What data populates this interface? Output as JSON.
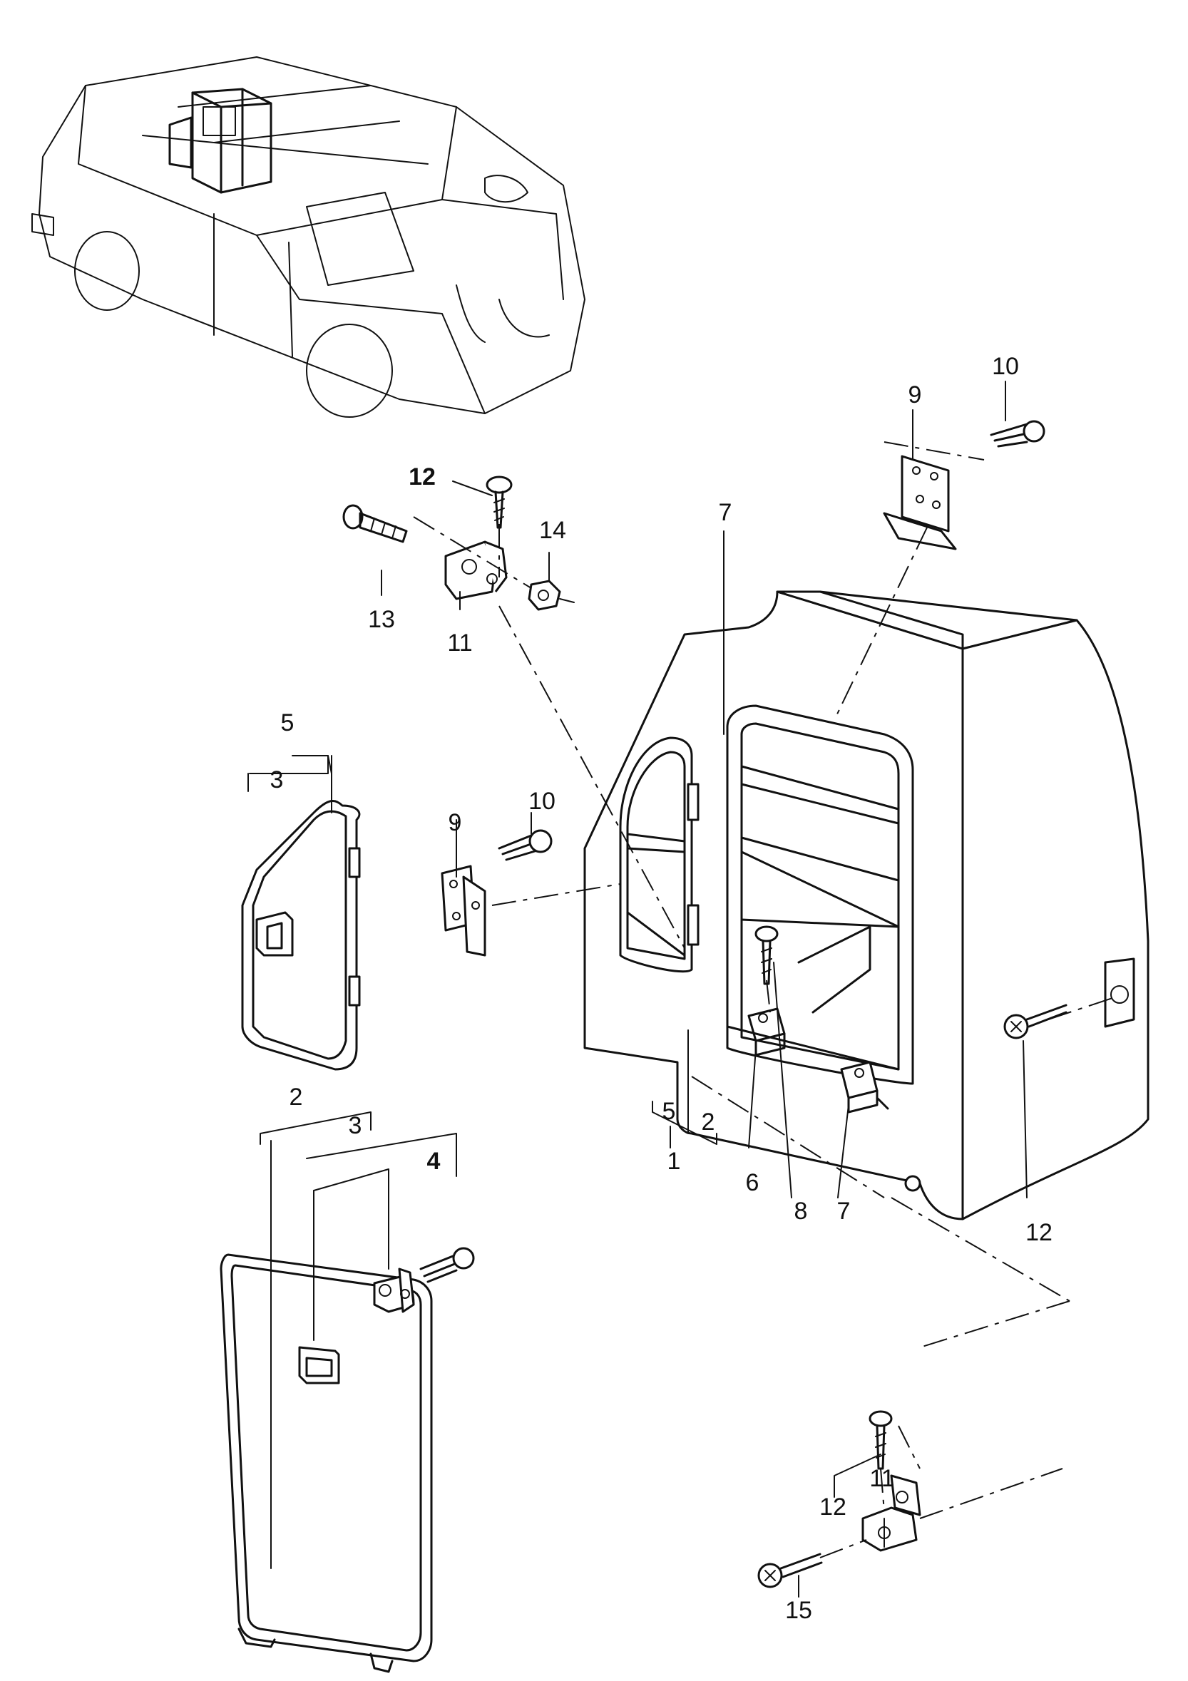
{
  "labels": {
    "c1": "1",
    "c2a": "2",
    "c2b": "2",
    "c3a": "3",
    "c3b": "3",
    "c4": "4",
    "c5a": "5",
    "c5b": "5",
    "c6": "6",
    "c7a": "7",
    "c7b": "7",
    "c8": "8",
    "c9a": "9",
    "c9b": "9",
    "c10a": "10",
    "c10b": "10",
    "c11a": "11",
    "c11b": "11",
    "c12a": "12",
    "c12b": "12",
    "c12c": "12",
    "c13": "13",
    "c14": "14",
    "c15": "15"
  }
}
